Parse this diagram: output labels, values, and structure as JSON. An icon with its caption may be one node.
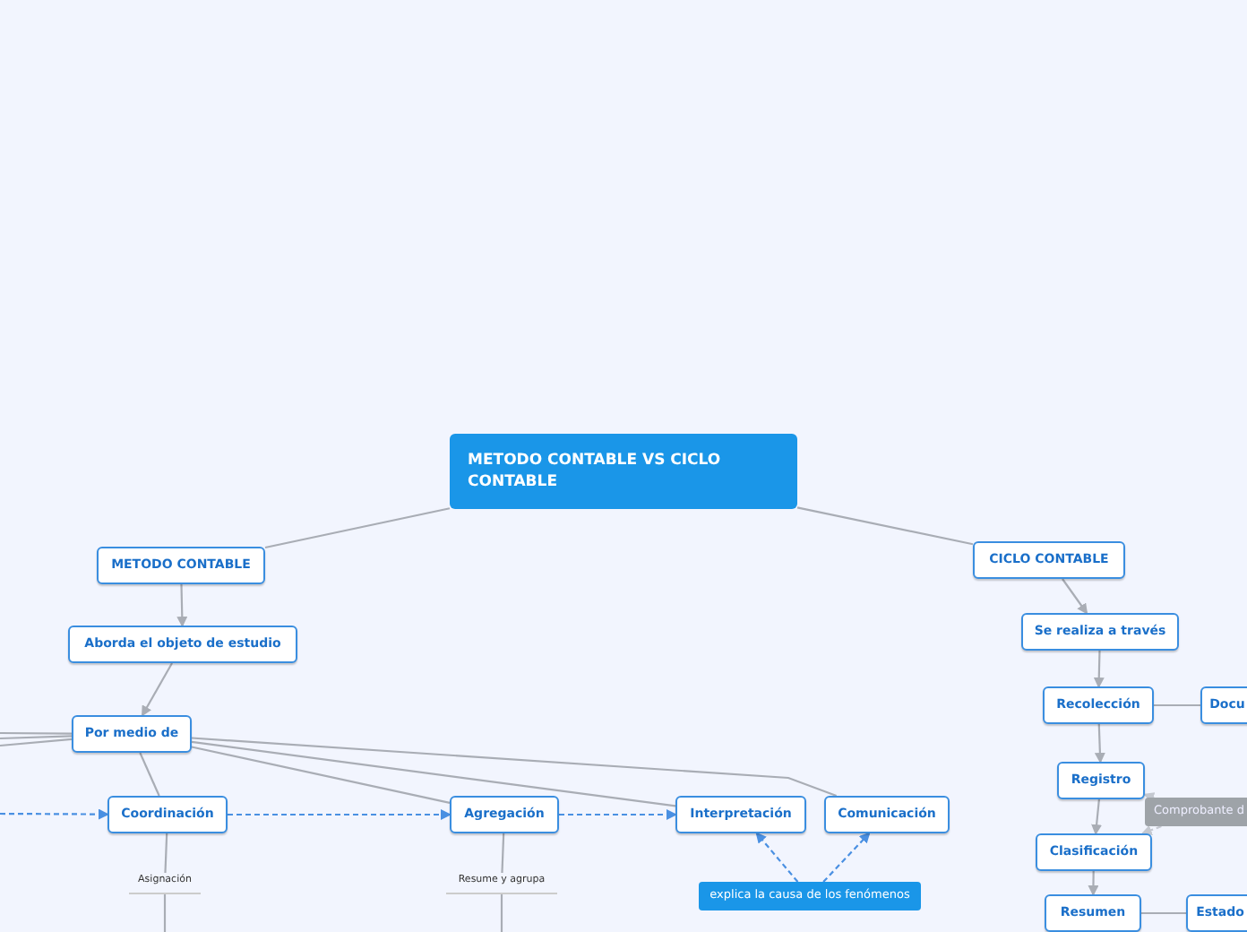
{
  "diagram": {
    "nodes": [
      {
        "text": [
          "METODO CONTABLE VS CICLO CONTABLE"
        ]
      },
      {
        "text": [
          "METODO CONTABLE"
        ]
      },
      {
        "text": [
          "Aborda el objeto de estudio"
        ]
      },
      {
        "text": [
          "Por medio de"
        ]
      },
      {
        "text": [
          "Coordinación"
        ]
      },
      {
        "text": [
          "Agregación"
        ]
      },
      {
        "text": [
          "Interpretación"
        ]
      },
      {
        "text": [
          "Comunicación"
        ]
      },
      {
        "text": [
          "Asignación"
        ]
      },
      {
        "text": [
          "Resume y agrupa"
        ]
      },
      {
        "text": [
          "explica la causa de los fenómenos"
        ]
      },
      {
        "text": [
          "CICLO CONTABLE"
        ]
      },
      {
        "text": [
          "Se realiza a través"
        ]
      },
      {
        "text": [
          "Recolección"
        ]
      },
      {
        "text": [
          "Docu"
        ]
      },
      {
        "text": [
          "Registro"
        ]
      },
      {
        "text": [
          "Comprobante d"
        ]
      },
      {
        "text": [
          "Clasificación"
        ]
      },
      {
        "text": [
          "Resumen"
        ]
      },
      {
        "text": [
          "Estado"
        ]
      }
    ],
    "edges": [
      {
        "from": 0,
        "to": 1,
        "arrow": "none"
      },
      {
        "from": 1,
        "to": 2,
        "arrow": "to"
      },
      {
        "from": 2,
        "to": 3,
        "arrow": "to"
      },
      {
        "from": 3,
        "to": 4,
        "arrow": "none"
      },
      {
        "from": 3,
        "to": 5,
        "arrow": "none"
      },
      {
        "from": 3,
        "to": 6,
        "arrow": "none"
      },
      {
        "from": 3,
        "to": 7,
        "arrow": "none"
      },
      {
        "from": 3,
        "to": null,
        "arrow": "none"
      },
      {
        "from": 3,
        "to": null,
        "arrow": "none"
      },
      {
        "from": 3,
        "to": null,
        "arrow": "none"
      },
      {
        "from": null,
        "to": 4,
        "arrow": "to",
        "style": "dashed",
        "color": "#4a90e2"
      },
      {
        "from": 4,
        "to": 5,
        "arrow": "to",
        "style": "dashed",
        "color": "#4a90e2"
      },
      {
        "from": 5,
        "to": 6,
        "arrow": "to",
        "style": "dashed",
        "color": "#4a90e2"
      },
      {
        "from": 4,
        "to": 8,
        "arrow": "none"
      },
      {
        "from": 5,
        "to": 9,
        "arrow": "none"
      },
      {
        "from": 8,
        "to": null,
        "arrow": "none"
      },
      {
        "from": 9,
        "to": null,
        "arrow": "none"
      },
      {
        "from": 10,
        "to": 6,
        "arrow": "to",
        "style": "dashed",
        "color": "#4a90e2"
      },
      {
        "from": 10,
        "to": 7,
        "arrow": "to",
        "style": "dashed",
        "color": "#4a90e2"
      },
      {
        "from": 0,
        "to": 11,
        "arrow": "none"
      },
      {
        "from": 11,
        "to": 12,
        "arrow": "to"
      },
      {
        "from": 12,
        "to": 13,
        "arrow": "to"
      },
      {
        "from": 13,
        "to": 14,
        "arrow": "none"
      },
      {
        "from": 13,
        "to": 15,
        "arrow": "to"
      },
      {
        "from": 16,
        "to": 15,
        "arrow": "to",
        "style": "dashed",
        "color": "#c4c8d0"
      },
      {
        "from": 16,
        "to": 17,
        "arrow": "to",
        "style": "dashed",
        "color": "#c4c8d0"
      },
      {
        "from": 15,
        "to": 17,
        "arrow": "to"
      },
      {
        "from": 17,
        "to": 18,
        "arrow": "to"
      },
      {
        "from": 18,
        "to": 19,
        "arrow": "none"
      }
    ]
  }
}
